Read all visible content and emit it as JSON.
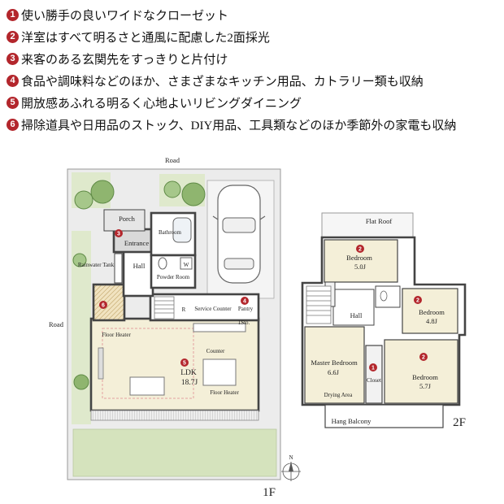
{
  "features": [
    {
      "num": "1",
      "text": "使い勝手の良いワイドなクローゼット"
    },
    {
      "num": "2",
      "text": "洋室はすべて明るさと通風に配慮した2面採光"
    },
    {
      "num": "3",
      "text": "来客のある玄関先をすっきりと片付け"
    },
    {
      "num": "4",
      "text": "食品や調味料などのほか、さまざまなキッチン用品、カトラリー類も収納"
    },
    {
      "num": "5",
      "text": "開放感あふれる明るく心地よいリビングダイニング"
    },
    {
      "num": "6",
      "text": "掃除道具や日用品のストック、DIY用品、工具類などのほか季節外の家電も収納"
    }
  ],
  "plan1f": {
    "road_top": "Road",
    "road_left": "Road",
    "floor_label": "1F",
    "compass": "N",
    "rooms": {
      "porch": "Porch",
      "entrance": "Entrance",
      "hall": "Hall",
      "bathroom": "Bathroom",
      "washer": "W",
      "powder_room": "Powder Room",
      "rainwater_tank": "Rainwater Tank",
      "service_counter": "Service Counter",
      "pantry": "Pantry",
      "refrigerator": "R",
      "storage": "1Sto.",
      "floor_heater_1": "Floor Heater",
      "counter": "Counter",
      "ldk": "LDK",
      "ldk_size": "18.7J",
      "floor_heater_2": "Floor Heater"
    },
    "markers": [
      "3",
      "6",
      "4",
      "5"
    ]
  },
  "plan2f": {
    "floor_label": "2F",
    "flat_roof": "Flat Roof",
    "hall": "Hall",
    "bedroom_a": {
      "label": "Bedroom",
      "size": "5.0J"
    },
    "bedroom_b": {
      "label": "Bedroom",
      "size": "4.8J"
    },
    "master": {
      "label": "Master Bedroom",
      "size": "6.6J"
    },
    "bedroom_c": {
      "label": "Bedroom",
      "size": "5.7J"
    },
    "closet": "Closet",
    "drying_area": "Drying Area",
    "balcony": "Hang Balcony",
    "markers": [
      "2",
      "2",
      "2",
      "1"
    ]
  },
  "colors": {
    "badge": "#b3262c",
    "room_fill": "#f4efd8",
    "grass": "#d5e3bd",
    "wall": "#444444"
  }
}
